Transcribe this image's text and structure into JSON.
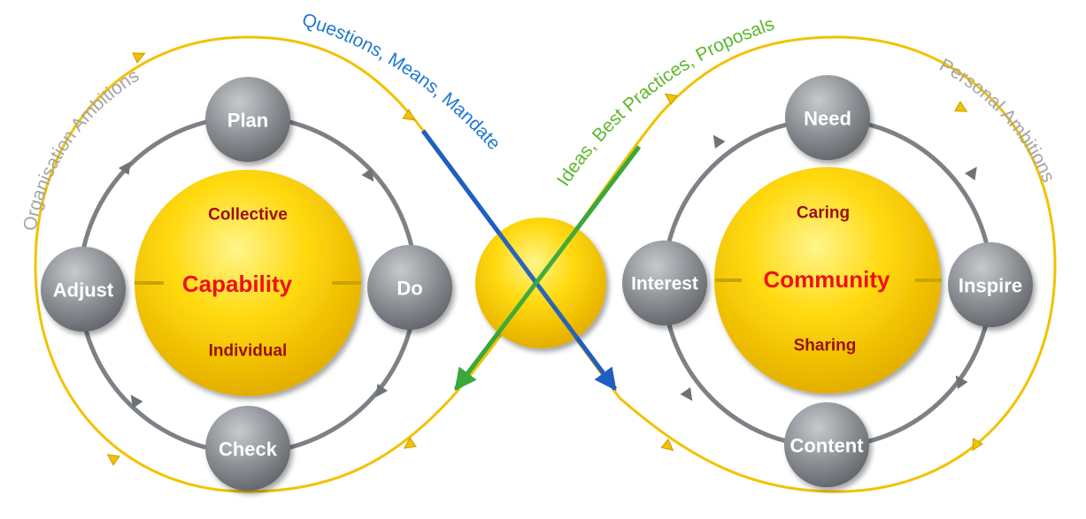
{
  "left_cycle": {
    "hub_title": "Capability",
    "hub_top": "Collective",
    "hub_bottom": "Individual",
    "nodes": {
      "top": "Plan",
      "right": "Do",
      "bottom": "Check",
      "left": "Adjust"
    },
    "outer_label": "Organisation Ambitions"
  },
  "right_cycle": {
    "hub_title": "Community",
    "hub_top": "Caring",
    "hub_bottom": "Sharing",
    "nodes": {
      "top": "Need",
      "right": "Inspire",
      "bottom": "Content",
      "left": "Interest"
    },
    "outer_label": "Personal Ambitions"
  },
  "crossing": {
    "to_community": "Questions, Means, Mandate",
    "to_capability": "Ideas, Best Practices, Proposals"
  },
  "colors": {
    "gold": "#f2c200",
    "gold_dark": "#c99a00",
    "gray_node": "#8a8e93",
    "gray_ring": "#7d8186",
    "blue_arrow": "#1f5fbf",
    "green_arrow": "#3aa83a",
    "outer_label": "#a5a5a5",
    "blue_label": "#1f78d1",
    "green_label": "#5cb82e"
  }
}
